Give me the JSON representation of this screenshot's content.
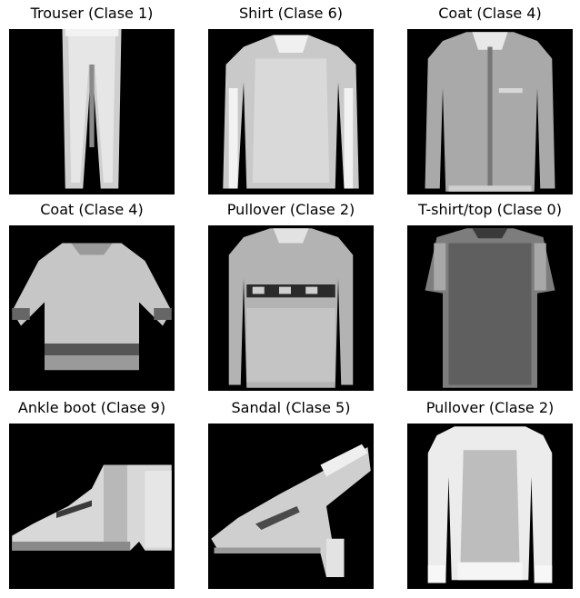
{
  "figure": {
    "background": "#ffffff",
    "image_background": "#000000",
    "tiles": [
      {
        "title": "Trouser (Clase 1)",
        "garment": "trouser",
        "image_icon": "trouser-icon"
      },
      {
        "title": "Shirt (Clase 6)",
        "garment": "shirt",
        "image_icon": "shirt-icon"
      },
      {
        "title": "Coat (Clase 4)",
        "garment": "coat",
        "image_icon": "coat-icon"
      },
      {
        "title": "Coat (Clase 4)",
        "garment": "coat",
        "image_icon": "coat-icon"
      },
      {
        "title": "Pullover (Clase 2)",
        "garment": "pullover",
        "image_icon": "pullover-icon"
      },
      {
        "title": "T-shirt/top (Clase 0)",
        "garment": "t-shirt",
        "image_icon": "t-shirt-icon"
      },
      {
        "title": "Ankle boot (Clase 9)",
        "garment": "ankle-boot",
        "image_icon": "ankle-boot-icon"
      },
      {
        "title": "Sandal (Clase 5)",
        "garment": "sandal",
        "image_icon": "sandal-icon"
      },
      {
        "title": "Pullover (Clase 2)",
        "garment": "pullover",
        "image_icon": "pullover-icon"
      }
    ]
  }
}
